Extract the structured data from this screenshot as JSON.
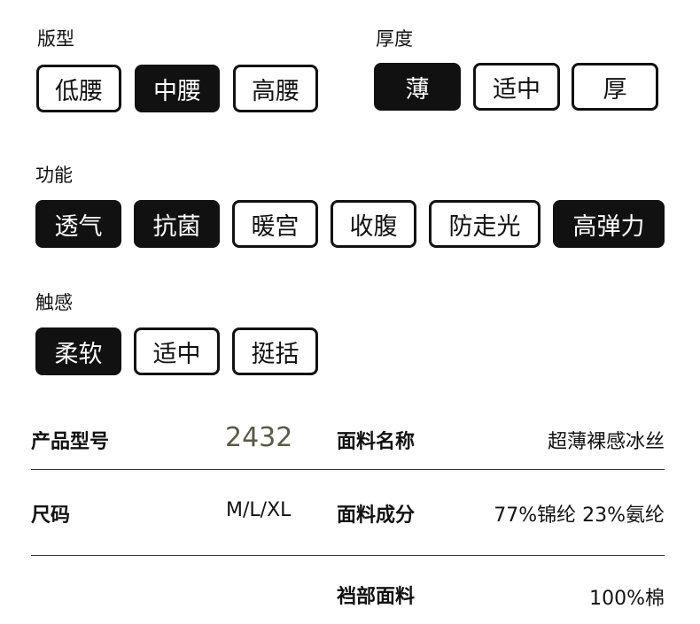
{
  "waist": {
    "label": "版型",
    "options": [
      {
        "text": "低腰",
        "selected": false
      },
      {
        "text": "中腰",
        "selected": true
      },
      {
        "text": "高腰",
        "selected": false
      }
    ]
  },
  "thickness": {
    "label": "厚度",
    "options": [
      {
        "text": "薄",
        "selected": true
      },
      {
        "text": "适中",
        "selected": false
      },
      {
        "text": "厚",
        "selected": false
      }
    ]
  },
  "function": {
    "label": "功能",
    "options": [
      {
        "text": "透气",
        "selected": true
      },
      {
        "text": "抗菌",
        "selected": true
      },
      {
        "text": "暖宫",
        "selected": false
      },
      {
        "text": "收腹",
        "selected": false
      },
      {
        "text": "防走光",
        "selected": false
      },
      {
        "text": "高弹力",
        "selected": true
      }
    ]
  },
  "touch": {
    "label": "触感",
    "options": [
      {
        "text": "柔软",
        "selected": true
      },
      {
        "text": "适中",
        "selected": false
      },
      {
        "text": "挺括",
        "selected": false
      }
    ]
  },
  "specs": {
    "model_label": "产品型号",
    "model_value": "2432",
    "size_label": "尺码",
    "size_value": "M/L/XL",
    "fabric_name_label": "面料名称",
    "fabric_name_value": "超薄裸感冰丝",
    "fabric_comp_label": "面料成分",
    "fabric_comp_value": "77%锦纶 23%氨纶",
    "crotch_label": "裆部面料",
    "crotch_value": "100%棉"
  },
  "colors": {
    "selected_bg": "#111111",
    "model_value": "#5a5a48"
  }
}
